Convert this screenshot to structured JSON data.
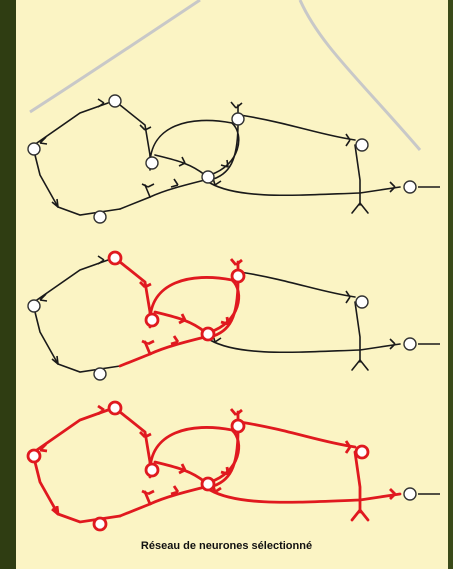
{
  "caption": "Réseau de neurones sélectionné",
  "colors": {
    "paper": "#fbf4c4",
    "wire": "#1a1a1a",
    "selected": "#e0191f",
    "soma_fill": "#ffffff",
    "head_outline": "#c8c8c8",
    "border_dark": "#2b3a14",
    "border_leaf": "#6a7a2a"
  },
  "panels": [
    {
      "name": "network-unselected",
      "selected_paths": []
    },
    {
      "name": "network-partial-selection",
      "selected_paths": [
        "p2",
        "p3",
        "p4",
        "p5"
      ]
    },
    {
      "name": "network-full-selection",
      "selected_paths": [
        "p1",
        "p2",
        "p3",
        "p4",
        "p5",
        "p6",
        "p7"
      ]
    }
  ]
}
